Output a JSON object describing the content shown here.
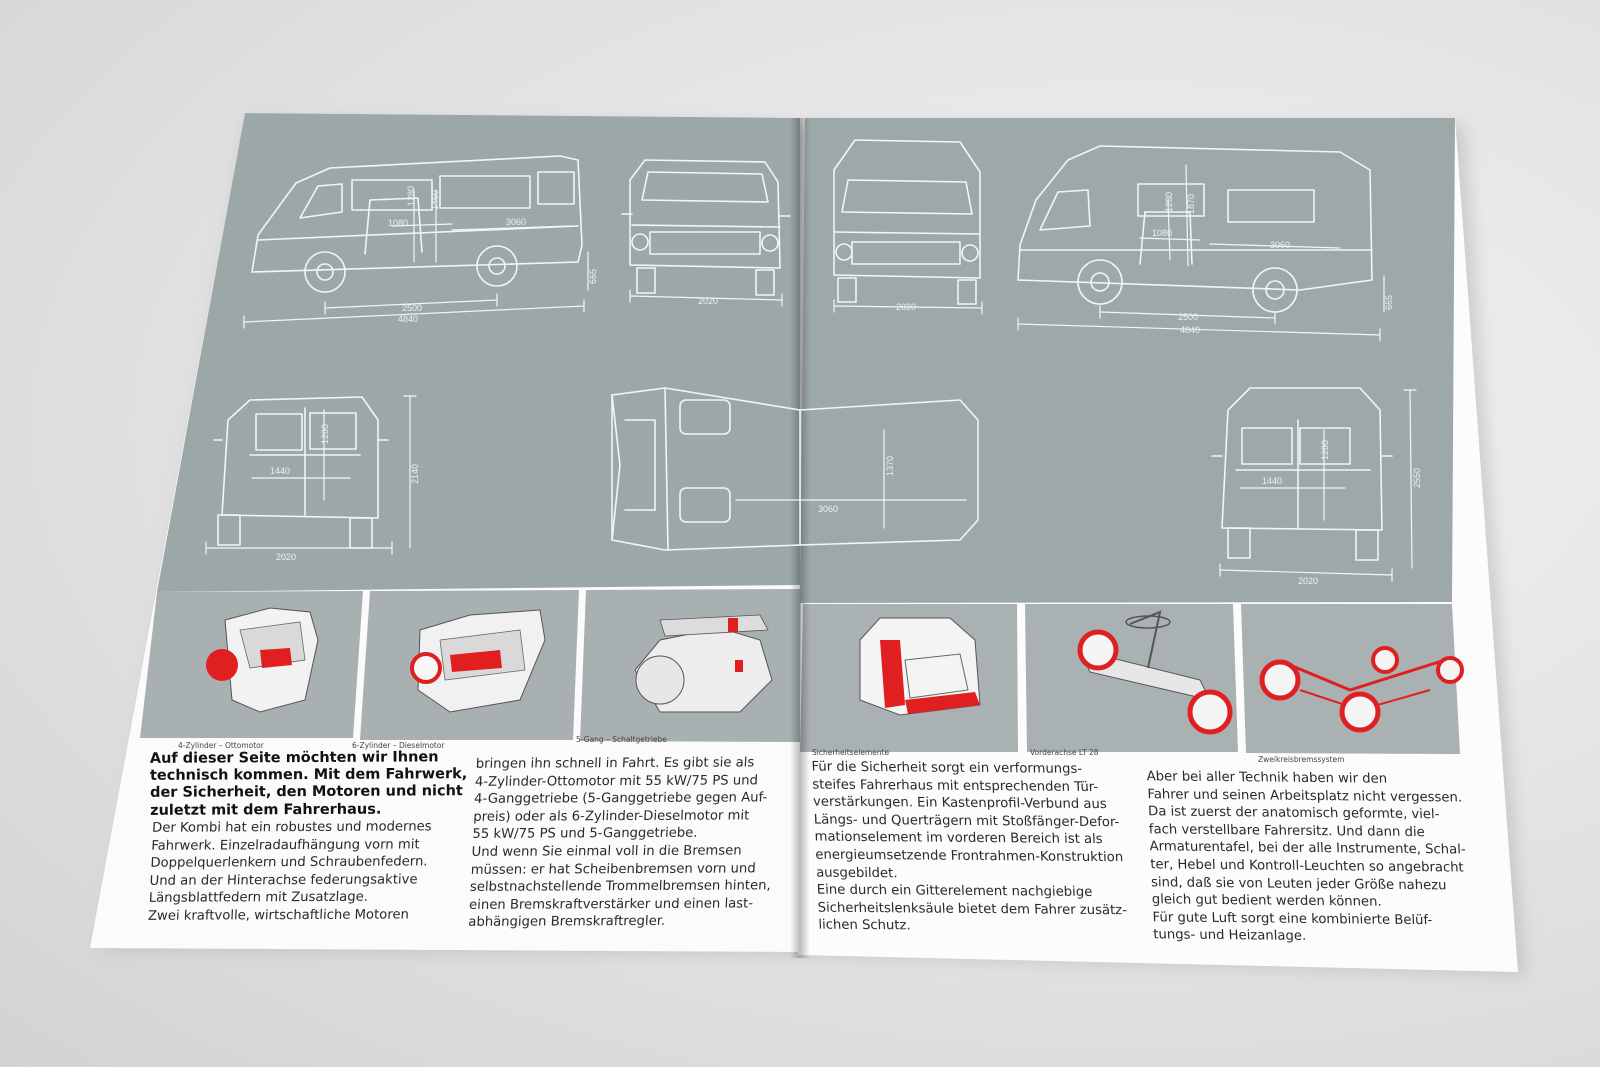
{
  "dimensions": {
    "side_left": {
      "height_interior": "1280",
      "height_roof": "1460",
      "door": "1080",
      "length_load": "3060",
      "ground": "665",
      "wheelbase": "2500",
      "length": "4840"
    },
    "front_left": {
      "width": "2020"
    },
    "front_right": {
      "width": "2020"
    },
    "side_right": {
      "height_interior": "1280",
      "height_roof": "1870",
      "door": "1080",
      "length_load": "3060",
      "ground": "665",
      "wheelbase": "2500",
      "length": "4840"
    },
    "rear_left": {
      "height_door": "1280",
      "width_door": "1440",
      "height": "2140",
      "width": "2020"
    },
    "top": {
      "width": "1370",
      "length": "3060"
    },
    "rear_right": {
      "height_door": "1280",
      "width_door": "1440",
      "height": "2550",
      "width": "2020"
    }
  },
  "captions": [
    "4-Zylinder – Ottomotor",
    "6-Zylinder – Dieselmotor",
    "5-Gang – Schaltgetriebe",
    "Sicherheitselemente",
    "Vorderachse LT 28",
    "Zweikreisbremssystem"
  ],
  "text": {
    "headline": "Auf dieser Seite möchten wir Ihnen\ntechnisch kommen. Mit dem Fahrwerk,\nder Sicherheit, den Motoren und nicht\nzuletzt mit dem Fahrerhaus.",
    "col1": "Der Kombi hat ein robustes und modernes\nFahrwerk. Einzelradaufhängung vorn mit\nDoppelquerlenkern und Schraubenfedern.\nUnd an der Hinterachse federungsaktive\nLängsblattfedern mit Zusatzlage.\n   Zwei kraftvolle, wirtschaftliche Motoren",
    "col2": "bringen ihn schnell in Fahrt. Es gibt sie als\n4-Zylinder-Ottomotor mit 55 kW/75 PS und\n4-Ganggetriebe (5-Ganggetriebe gegen Auf-\npreis) oder als 6-Zylinder-Dieselmotor mit\n55 kW/75 PS und 5-Ganggetriebe.\n   Und wenn Sie einmal voll in die Bremsen\nmüssen: er hat Scheibenbremsen vorn und\nselbstnachstellende Trommelbremsen hinten,\neinen Bremskraftverstärker und einen last-\nabhängigen Bremskraftregler.",
    "col3": "   Für die Sicherheit sorgt ein verformungs-\nsteifes Fahrerhaus mit entsprechenden Tür-\nverstärkungen. Ein Kastenprofil-Verbund aus\nLängs- und Querträgern mit Stoßfänger-Defor-\nmationselement im vorderen Bereich ist als\nenergieumsetzende Frontrahmen-Konstruktion\nausgebildet.\n   Eine durch ein Gitterelement nachgiebige\nSicherheitslenksäule bietet dem Fahrer zusätz-\nlichen Schutz.",
    "col4": "   Aber bei aller Technik haben wir den\nFahrer und seinen Arbeitsplatz nicht vergessen.\n   Da ist zuerst der anatomisch geformte, viel-\nfach verstellbare Fahrersitz. Und dann die\nArmaturentafel, bei der alle Instrumente, Schal-\nter, Hebel und Kontroll-Leuchten so angebracht\nsind, daß sie von Leuten jeder Größe nahezu\ngleich gut bedient werden können.\n   Für gute Luft sorgt eine kombinierte Belüf-\ntungs- und Heizanlage."
  },
  "colors": {
    "blueprint": "#9aa6a6",
    "photo_bg": "#a9b0b1",
    "accent_red": "#e02020",
    "paper": "#fbfbfb"
  }
}
